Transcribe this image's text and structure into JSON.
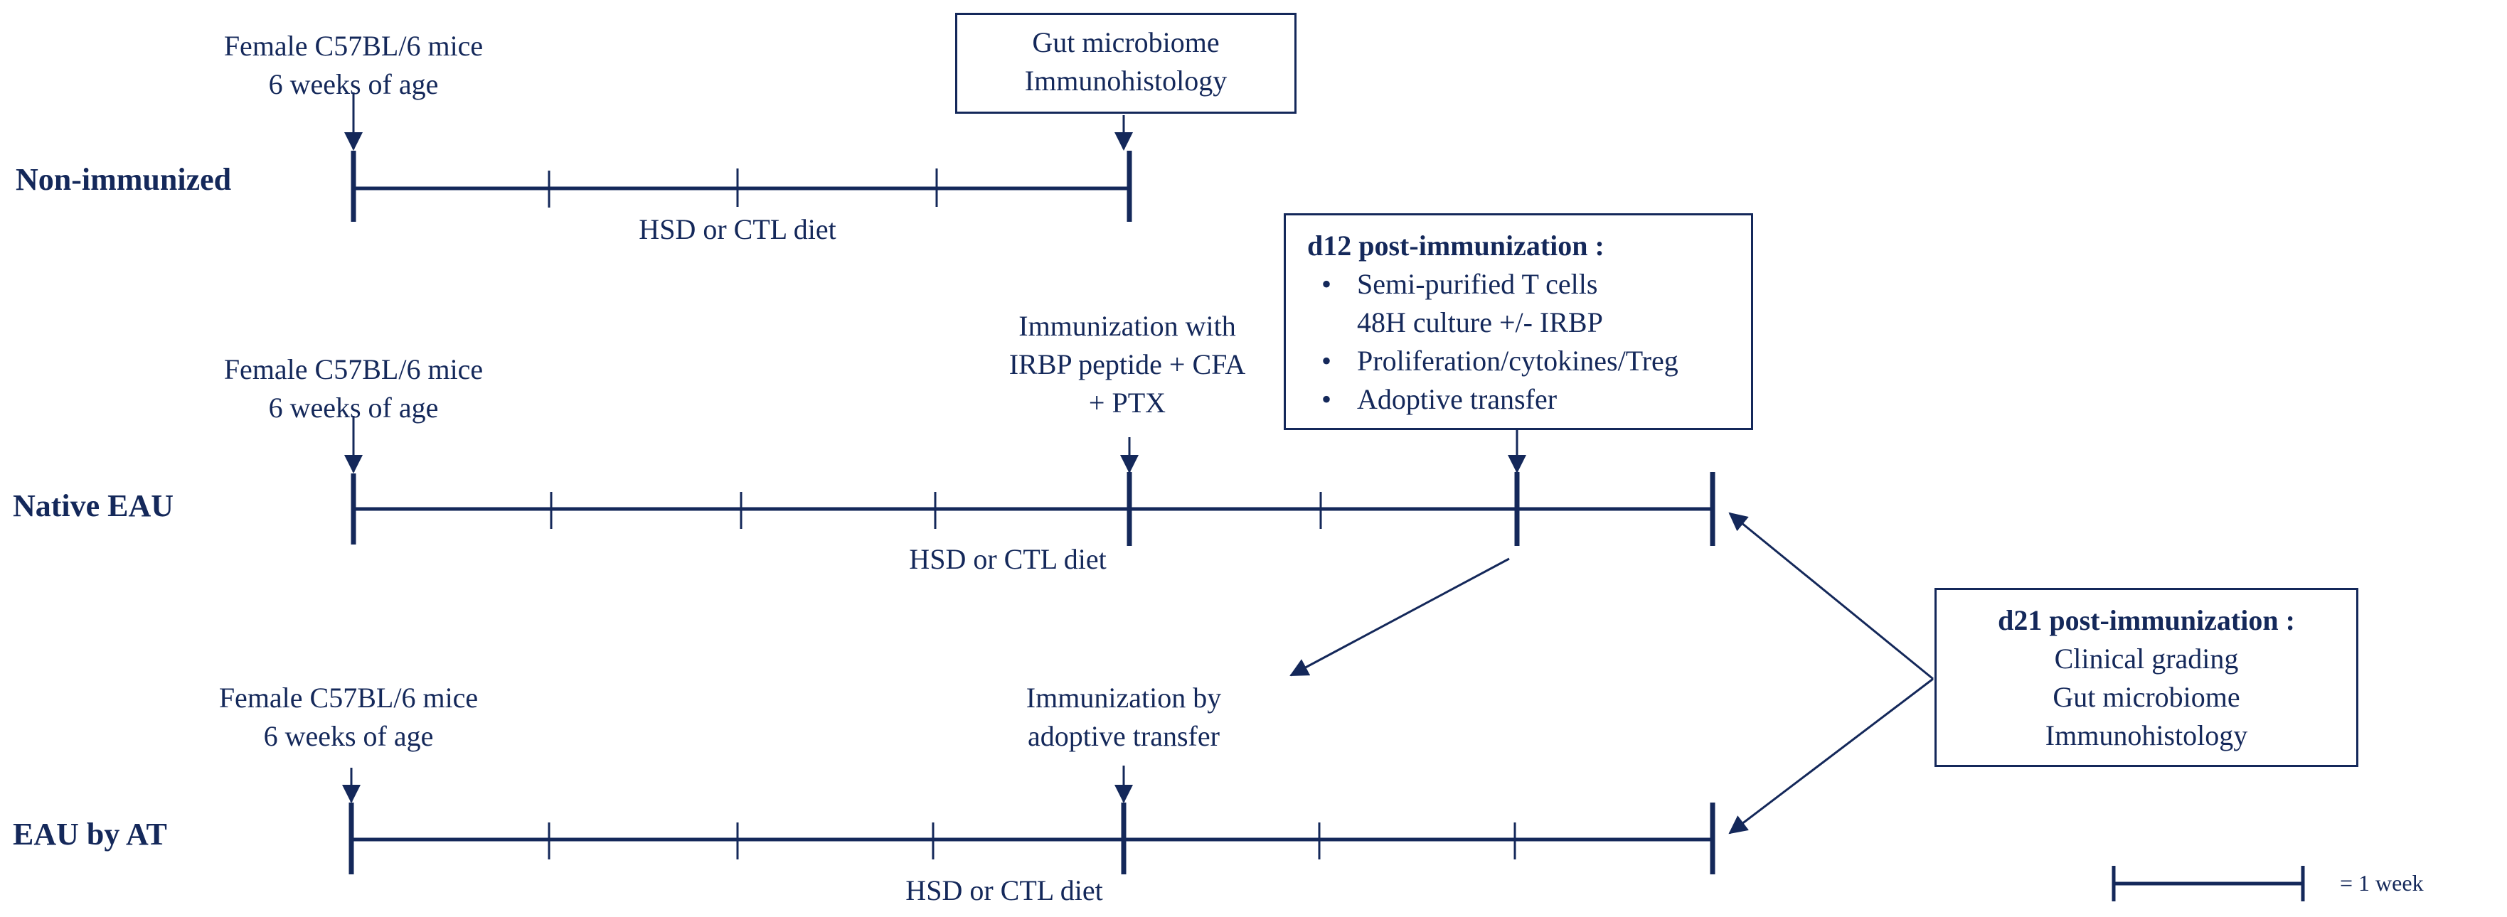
{
  "colors": {
    "primary": "#14285a"
  },
  "rows": [
    {
      "title": "Non-immunized",
      "diet": "HSD or CTL diet",
      "start_label": [
        "Female C57BL/6 mice",
        "6 weeks of age"
      ],
      "end_box": [
        "Gut microbiome",
        "Immunohistology"
      ]
    },
    {
      "title": "Native EAU",
      "diet": "HSD or CTL diet",
      "start_label": [
        "Female C57BL/6 mice",
        "6 weeks of age"
      ],
      "mid_label": [
        "Immunization with",
        "IRBP peptide + CFA",
        "+ PTX"
      ],
      "d12_box": {
        "heading": "d12 post-immunization :",
        "items": [
          {
            "bullet": "•",
            "text": "Semi-purified T cells"
          },
          {
            "bullet": "",
            "text": "48H culture +/- IRBP"
          },
          {
            "bullet": "•",
            "text": "Proliferation/cytokines/Treg"
          },
          {
            "bullet": "•",
            "text": "Adoptive transfer"
          }
        ]
      }
    },
    {
      "title": "EAU by AT",
      "diet": "HSD or CTL diet",
      "start_label": [
        "Female C57BL/6 mice",
        "6 weeks of age"
      ],
      "mid_label": [
        "Immunization by",
        "adoptive transfer"
      ]
    }
  ],
  "d21_box": {
    "heading": "d21 post-immunization :",
    "items": [
      "Clinical grading",
      "Gut microbiome",
      "Immunohistology"
    ]
  },
  "legend": {
    "text": "= 1 week"
  }
}
